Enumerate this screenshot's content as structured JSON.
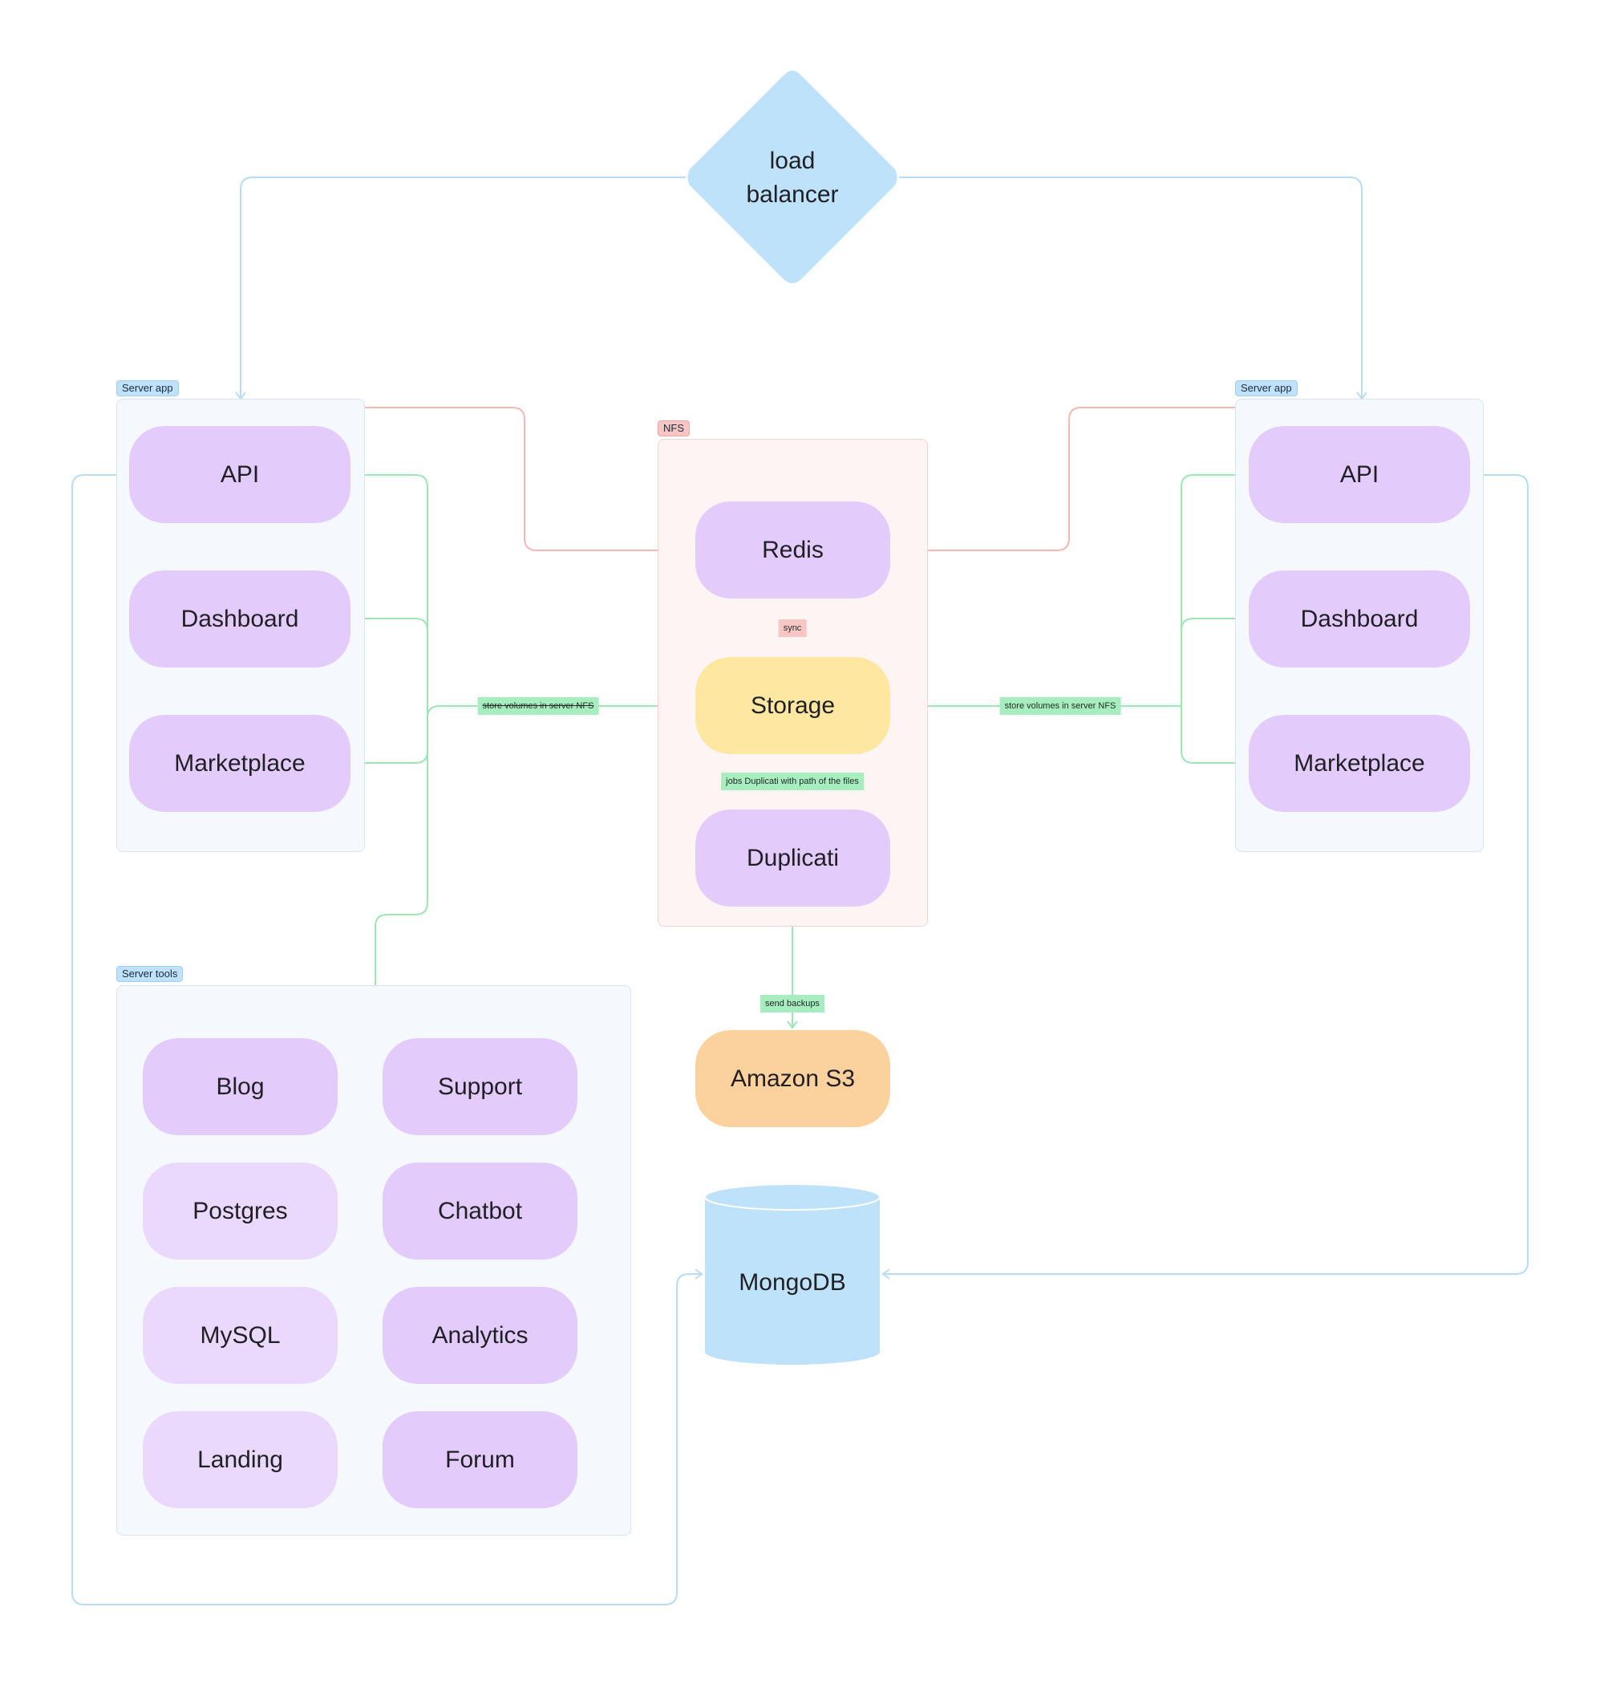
{
  "colors": {
    "blue_line": "#b9dcf5",
    "red_line": "#f6b8b5",
    "green_line": "#9ee6b4",
    "node_purple": "#e3ccfb",
    "node_light_purple": "#ead9fc",
    "node_yellow": "#fde7a1",
    "node_orange": "#fbd19d",
    "node_blue": "#bfe2fb"
  },
  "load_balancer": {
    "line1": "load",
    "line2": "balancer"
  },
  "left_server": {
    "tag": "Server app",
    "api": "API",
    "dashboard": "Dashboard",
    "marketplace": "Marketplace"
  },
  "right_server": {
    "tag": "Server app",
    "api": "API",
    "dashboard": "Dashboard",
    "marketplace": "Marketplace"
  },
  "nfs": {
    "tag": "NFS",
    "redis": "Redis",
    "storage": "Storage",
    "duplicati": "Duplicati"
  },
  "server_tools": {
    "tag": "Server tools",
    "blog": "Blog",
    "support": "Support",
    "postgres": "Postgres",
    "chatbot": "Chatbot",
    "mysql": "MySQL",
    "analytics": "Analytics",
    "landing": "Landing",
    "forum": "Forum"
  },
  "amazon_s3": "Amazon S3",
  "mongodb": "MongoDB",
  "edge_labels": {
    "sync": "sync",
    "store_left": "store volumes in server NFS",
    "store_right": "store volumes in server NFS",
    "jobs": "jobs Duplicati with path of the files",
    "send_backups": "send backups"
  }
}
